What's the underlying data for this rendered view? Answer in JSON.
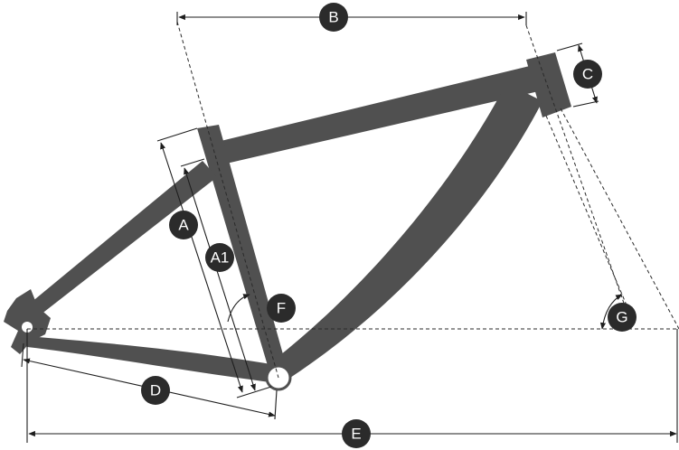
{
  "labels": {
    "A": "A",
    "A1": "A1",
    "B": "B",
    "C": "C",
    "D": "D",
    "E": "E",
    "F": "F",
    "G": "G"
  },
  "colors": {
    "frame": "#505050",
    "badge": "#2b2b2b",
    "line": "#1e1e1e"
  }
}
